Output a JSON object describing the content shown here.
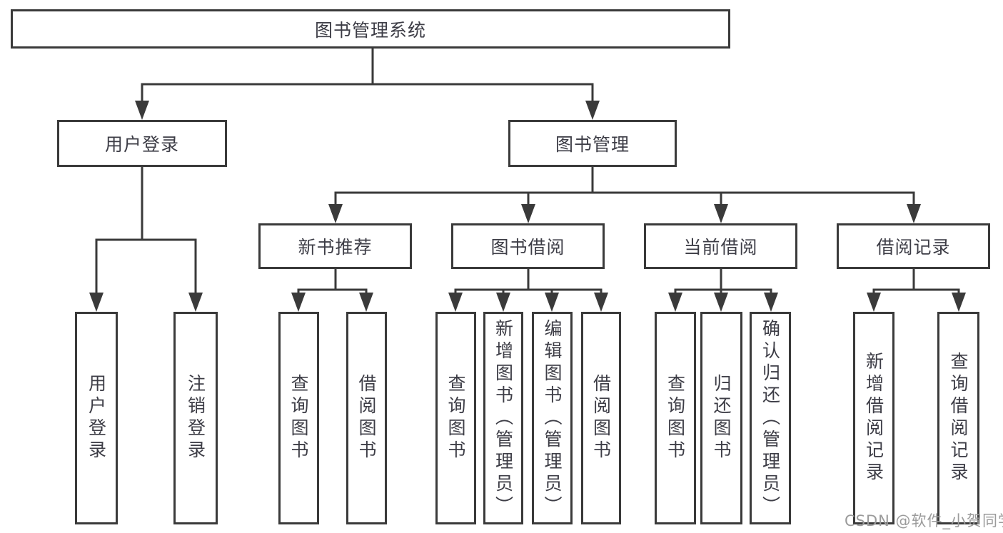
{
  "colors": {
    "line": "#3a3a3a",
    "box_border": "#3a3a3a",
    "box_fill": "#ffffff",
    "text": "#3d3d46",
    "watermark": "#9b9b9b",
    "background": "#ffffff"
  },
  "watermark": {
    "text": "CSDN @软件_小贺同学"
  },
  "tree": {
    "root": {
      "label": "图书管理系统",
      "children": [
        {
          "label": "用户登录",
          "children": [
            {
              "label": "用户登录"
            },
            {
              "label": "注销登录"
            }
          ]
        },
        {
          "label": "图书管理",
          "children": [
            {
              "label": "新书推荐",
              "children": [
                {
                  "label": "查询图书"
                },
                {
                  "label": "借阅图书"
                }
              ]
            },
            {
              "label": "图书借阅",
              "children": [
                {
                  "label": "查询图书"
                },
                {
                  "label": "新增图书（管理员）"
                },
                {
                  "label": "编辑图书（管理员）"
                },
                {
                  "label": "借阅图书"
                }
              ]
            },
            {
              "label": "当前借阅",
              "children": [
                {
                  "label": "查询图书"
                },
                {
                  "label": "归还图书"
                },
                {
                  "label": "确认归还（管理员）"
                }
              ]
            },
            {
              "label": "借阅记录",
              "children": [
                {
                  "label": "新增借阅记录"
                },
                {
                  "label": "查询借阅记录"
                }
              ]
            }
          ]
        }
      ]
    }
  }
}
